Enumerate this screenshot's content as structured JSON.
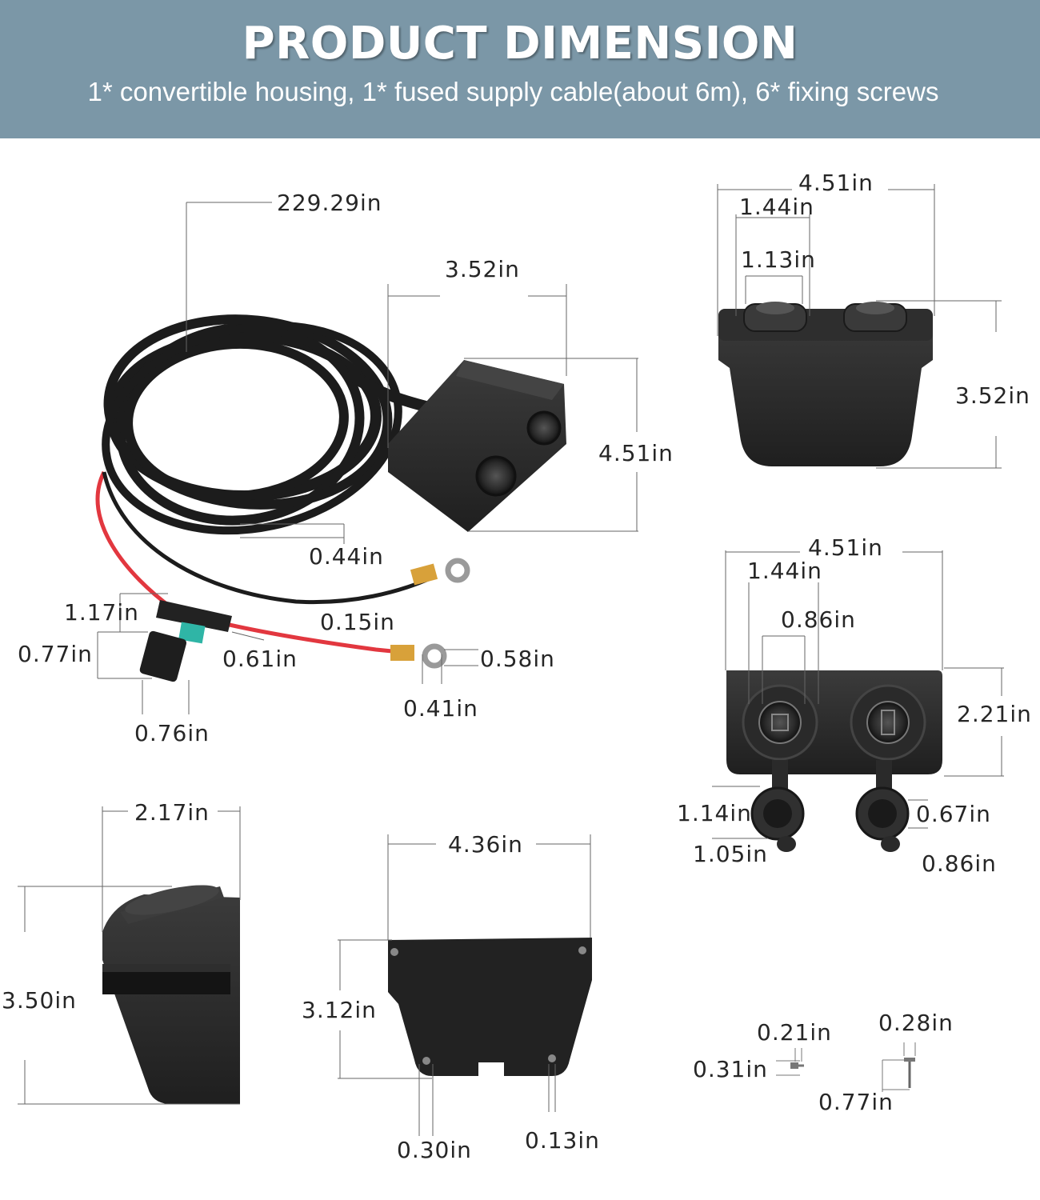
{
  "banner": {
    "title": "PRODUCT DIMENSION",
    "subtitle": "1* convertible housing, 1* fused supply cable(about 6m), 6* fixing screws"
  },
  "colors": {
    "banner_bg": "#7b97a7",
    "product_black": "#2b2b2b",
    "wire_red": "#e2373f",
    "ring_terminal": "#d8a13a",
    "fuse_teal": "#2fb5a6"
  },
  "cable_view": {
    "cable_length": "229.29in",
    "housing_width": "3.52in",
    "housing_height": "4.51in",
    "cable_diameter": "0.44in",
    "black_wire": "0.15in",
    "fuse_length": "1.17in",
    "fuse_width": "0.77in",
    "fuse_holder": "0.61in",
    "fuse_cap": "0.76in",
    "ring_outer": "0.58in",
    "ring_inner": "0.41in"
  },
  "top_view": {
    "total_width": "4.51in",
    "socket_spacing": "1.44in",
    "socket_diameter": "1.13in",
    "height": "3.52in"
  },
  "front_view": {
    "total_width": "4.51in",
    "socket_spacing": "1.44in",
    "inner_diameter": "0.86in",
    "panel_height": "2.21in",
    "cap_width": "1.14in",
    "cap_height": "1.05in",
    "cap_inner": "0.67in",
    "cap_depth": "0.86in"
  },
  "side_view": {
    "depth": "2.17in",
    "height": "3.50in"
  },
  "plate_view": {
    "width": "4.36in",
    "height": "3.12in",
    "hole_diameter": "0.30in",
    "hole_small": "0.13in"
  },
  "screws": {
    "head_width": "0.21in",
    "length": "0.31in",
    "long_head": "0.28in",
    "long_length": "0.77in"
  }
}
